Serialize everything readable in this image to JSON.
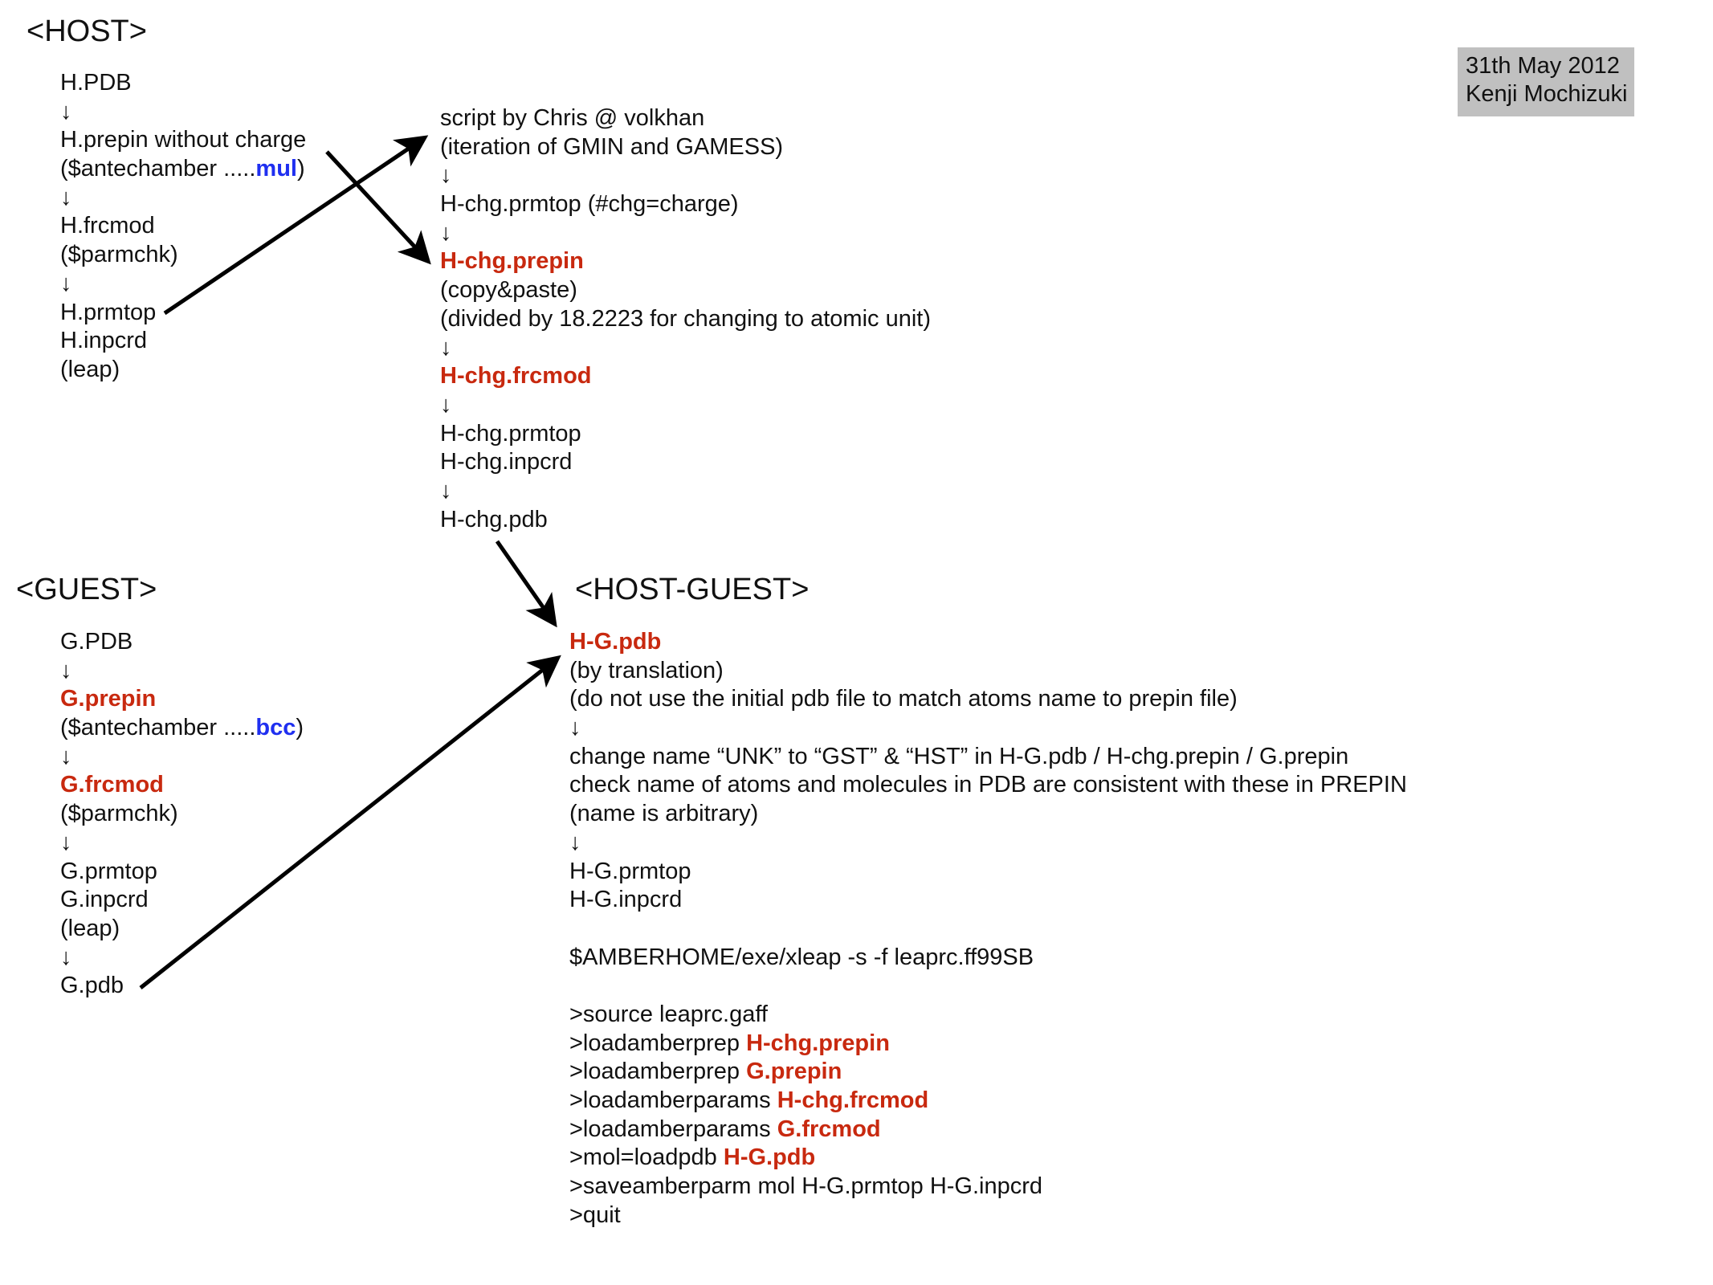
{
  "stamp": {
    "date": "31th May 2012",
    "author": "Kenji Mochizuki"
  },
  "colors": {
    "highlight_red": "#c8290f",
    "highlight_blue": "#1f2ff0"
  },
  "host": {
    "title": "<HOST>",
    "lines": [
      [
        {
          "t": "H.PDB"
        }
      ],
      [
        {
          "t": "↓"
        }
      ],
      [
        {
          "t": "H.prepin without charge"
        }
      ],
      [
        {
          "t": "($antechamber ....."
        },
        {
          "t": "mul",
          "c": "blue"
        },
        {
          "t": ")"
        }
      ],
      [
        {
          "t": "↓"
        }
      ],
      [
        {
          "t": "H.frcmod"
        }
      ],
      [
        {
          "t": "($parmchk)"
        }
      ],
      [
        {
          "t": "↓"
        }
      ],
      [
        {
          "t": "H.prmtop"
        }
      ],
      [
        {
          "t": "H.inpcrd"
        }
      ],
      [
        {
          "t": "(leap)"
        }
      ]
    ]
  },
  "charge": {
    "lines": [
      [
        {
          "t": "script by Chris @ volkhan"
        }
      ],
      [
        {
          "t": "(iteration of GMIN and GAMESS)"
        }
      ],
      [
        {
          "t": "↓"
        }
      ],
      [
        {
          "t": "H-chg.prmtop (#chg=charge)"
        }
      ],
      [
        {
          "t": "↓"
        }
      ],
      [
        {
          "t": "H-chg.prepin",
          "c": "red"
        }
      ],
      [
        {
          "t": "(copy&paste)"
        }
      ],
      [
        {
          "t": "(divided by 18.2223 for changing to atomic unit)"
        }
      ],
      [
        {
          "t": "↓"
        }
      ],
      [
        {
          "t": "H-chg.frcmod",
          "c": "red"
        }
      ],
      [
        {
          "t": "↓"
        }
      ],
      [
        {
          "t": "H-chg.prmtop"
        }
      ],
      [
        {
          "t": "H-chg.inpcrd"
        }
      ],
      [
        {
          "t": "↓"
        }
      ],
      [
        {
          "t": "H-chg.pdb"
        }
      ]
    ]
  },
  "guest": {
    "title": "<GUEST>",
    "lines": [
      [
        {
          "t": "G.PDB"
        }
      ],
      [
        {
          "t": "↓"
        }
      ],
      [
        {
          "t": "G.prepin",
          "c": "red"
        }
      ],
      [
        {
          "t": "($antechamber ....."
        },
        {
          "t": "bcc",
          "c": "blue"
        },
        {
          "t": ")"
        }
      ],
      [
        {
          "t": "↓"
        }
      ],
      [
        {
          "t": "G.frcmod",
          "c": "red"
        }
      ],
      [
        {
          "t": "($parmchk)"
        }
      ],
      [
        {
          "t": "↓"
        }
      ],
      [
        {
          "t": "G.prmtop"
        }
      ],
      [
        {
          "t": "G.inpcrd"
        }
      ],
      [
        {
          "t": "(leap)"
        }
      ],
      [
        {
          "t": "↓"
        }
      ],
      [
        {
          "t": "G.pdb"
        }
      ]
    ]
  },
  "host_guest": {
    "title": "<HOST-GUEST>",
    "lines": [
      [
        {
          "t": "H-G.pdb",
          "c": "red"
        }
      ],
      [
        {
          "t": "(by translation)"
        }
      ],
      [
        {
          "t": "(do not use the initial pdb file to match atoms name to prepin file)"
        }
      ],
      [
        {
          "t": "↓"
        }
      ],
      [
        {
          "t": "change name “UNK” to “GST” & “HST” in H-G.pdb / H-chg.prepin / G.prepin"
        }
      ],
      [
        {
          "t": "check name of atoms and molecules in PDB are consistent with these in PREPIN"
        }
      ],
      [
        {
          "t": "(name is arbitrary)"
        }
      ],
      [
        {
          "t": "↓"
        }
      ],
      [
        {
          "t": "H-G.prmtop"
        }
      ],
      [
        {
          "t": "H-G.inpcrd"
        }
      ],
      [],
      [
        {
          "t": "$AMBERHOME/exe/xleap -s -f leaprc.ff99SB"
        }
      ],
      [],
      [
        {
          "t": ">source leaprc.gaff"
        }
      ],
      [
        {
          "t": ">loadamberprep "
        },
        {
          "t": "H-chg.prepin",
          "c": "red"
        }
      ],
      [
        {
          "t": ">loadamberprep "
        },
        {
          "t": "G.prepin",
          "c": "red"
        }
      ],
      [
        {
          "t": ">loadamberparams "
        },
        {
          "t": "H-chg.frcmod",
          "c": "red"
        }
      ],
      [
        {
          "t": ">loadamberparams "
        },
        {
          "t": "G.frcmod",
          "c": "red"
        }
      ],
      [
        {
          "t": ">mol=loadpdb "
        },
        {
          "t": "H-G.pdb",
          "c": "red"
        }
      ],
      [
        {
          "t": ">saveamberparm mol H-G.prmtop H-G.inpcrd"
        }
      ],
      [
        {
          "t": ">quit"
        }
      ]
    ]
  }
}
